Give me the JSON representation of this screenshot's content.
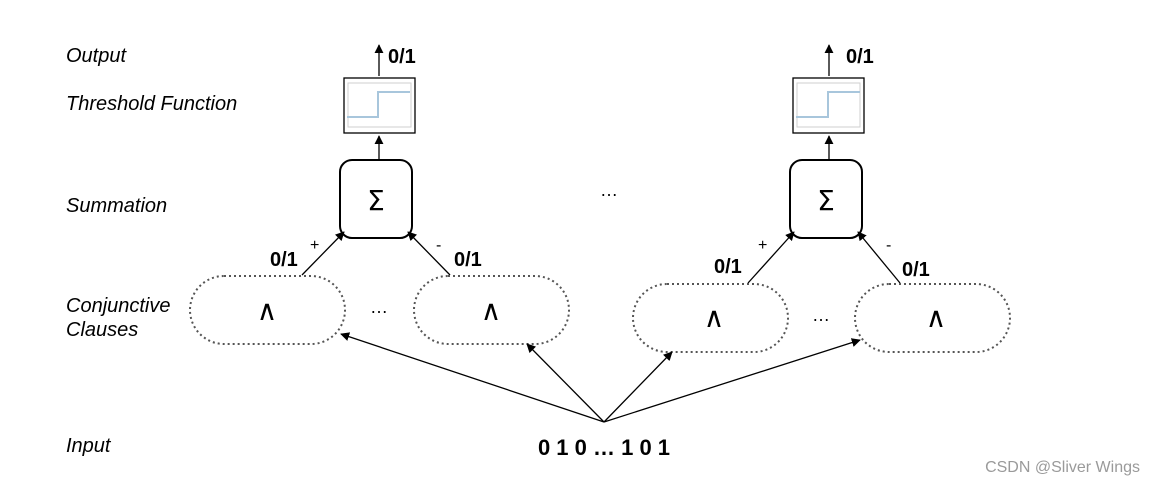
{
  "labels": {
    "output": "Output",
    "threshold": "Threshold Function",
    "summation": "Summation",
    "conjunctive_line1": "Conjunctive",
    "conjunctive_line2": "Clauses",
    "input": "Input"
  },
  "output_values": [
    "0/1",
    "0/1"
  ],
  "summation_symbol": "Σ",
  "clause_symbol": "∧",
  "clause_outputs": [
    "0/1",
    "0/1",
    "0/1",
    "0/1"
  ],
  "clause_signs": [
    "+",
    "-",
    "+",
    "-"
  ],
  "ellipsis": "…",
  "input_bits": "0 1 0 … 1 0 1",
  "watermark": "CSDN @Sliver  Wings",
  "colors": {
    "step_line": "#a8c6dc",
    "box_border": "#000000",
    "clause_border": "#555555"
  }
}
